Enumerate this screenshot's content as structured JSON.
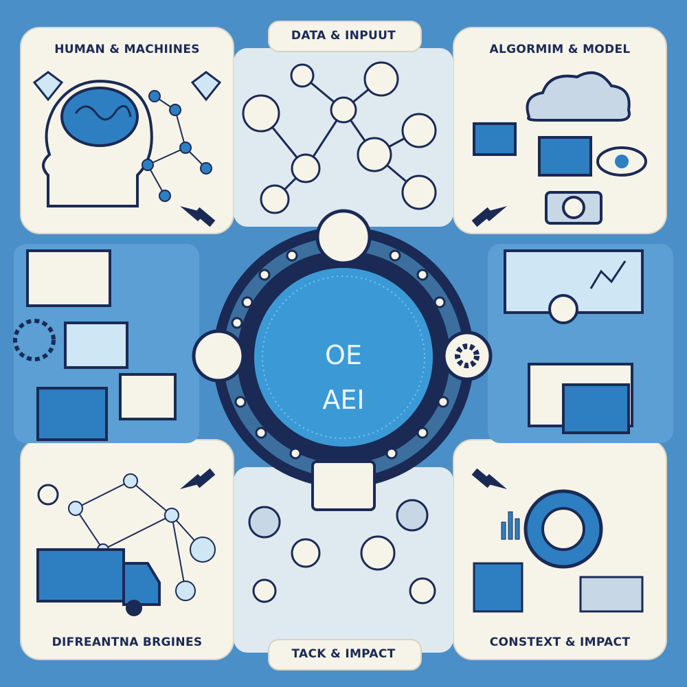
{
  "labels": {
    "top_left": "HUMAN & MACHIINES",
    "top_center": "DATA & INPUUT",
    "top_right": "ALGORMIM & MODEL",
    "bottom_left": "DIFREANTNA BRGINES",
    "bottom_center": "TACK & IMPACT",
    "bottom_right": "CONSTEXT & IMPACT"
  },
  "center": {
    "line1": "OE",
    "line2": "AEI"
  },
  "colors": {
    "background": "#4a8fc7",
    "panel": "#f6f3e8",
    "navy": "#1a2a55",
    "accent": "#2d7fc1",
    "globe": "#3b9ad6"
  },
  "icons": [
    "brain-icon",
    "gem-icon",
    "network-icon",
    "cloud-icon",
    "camera-icon",
    "eye-icon",
    "monitor-icon",
    "gear-icon",
    "person-icon",
    "truck-icon",
    "lightbulb-icon",
    "globe-icon",
    "arrow-icon"
  ]
}
